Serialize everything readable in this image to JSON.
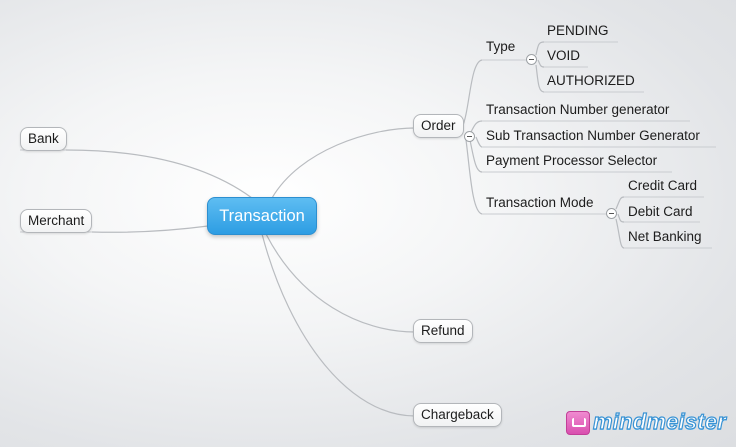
{
  "root": {
    "label": "Transaction"
  },
  "left_nodes": {
    "bank": "Bank",
    "merchant": "Merchant"
  },
  "right_nodes": {
    "order": "Order",
    "refund": "Refund",
    "chargeback": "Chargeback"
  },
  "order_children": {
    "type": "Type",
    "txn_number_generator": "Transaction Number generator",
    "sub_txn_number_generator": "Sub Transaction Number Generator",
    "payment_processor_selector": "Payment Processor Selector",
    "transaction_mode": "Transaction Mode"
  },
  "type_children": [
    "PENDING",
    "VOID",
    "AUTHORIZED"
  ],
  "mode_children": [
    "Credit Card",
    "Debit Card",
    "Net Banking"
  ],
  "logo": {
    "text": "mindmeister",
    "icon": "mindmeister-logo-icon"
  },
  "colors": {
    "root_fill": "#3aa6ea",
    "connector": "#b9bcc0",
    "logo_blue": "#3a93d4",
    "logo_pink": "#d94faf"
  }
}
